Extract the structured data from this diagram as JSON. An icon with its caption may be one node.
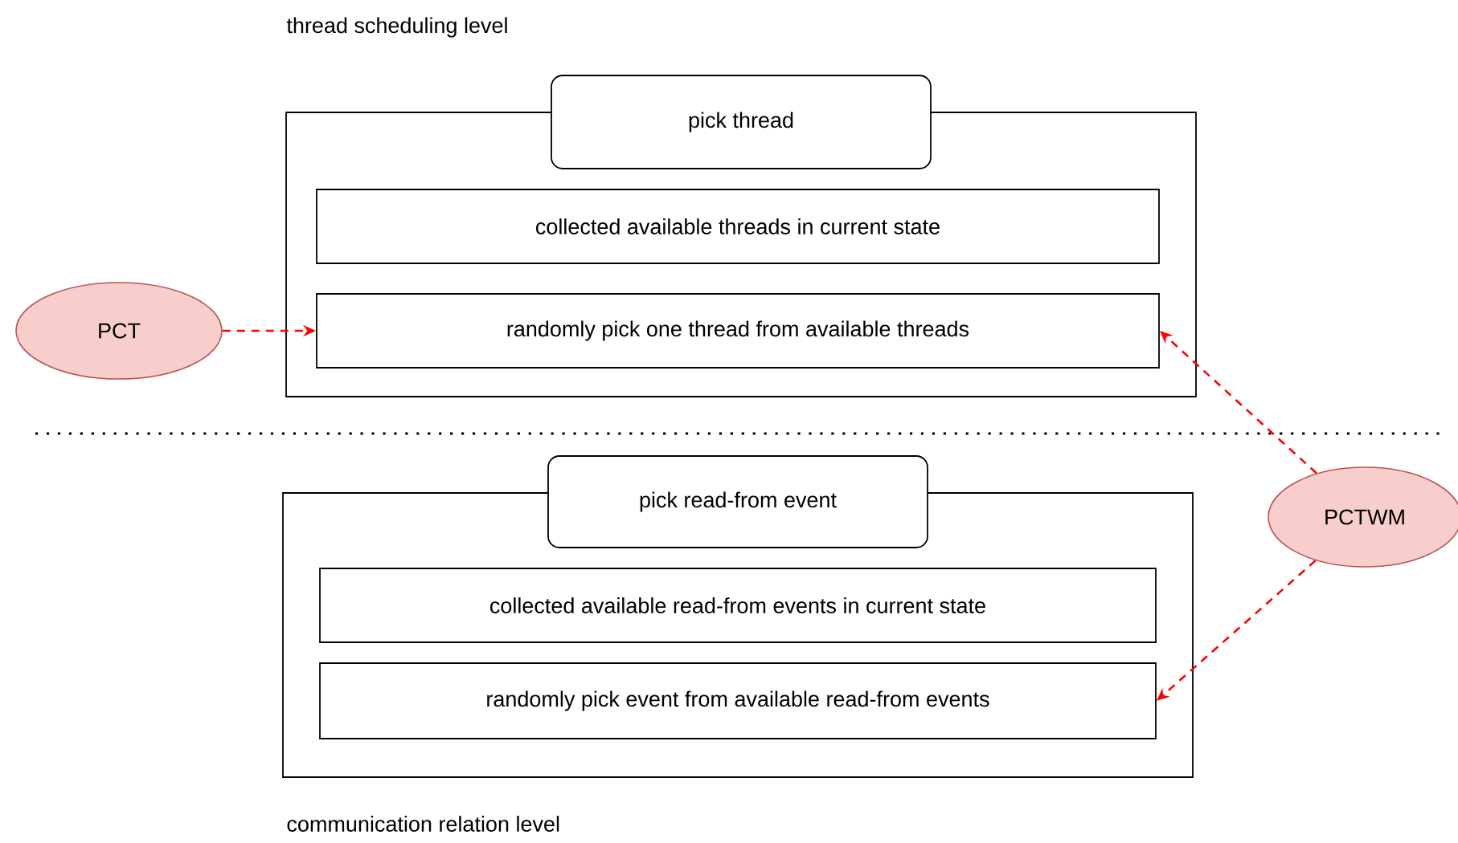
{
  "diagram": {
    "nodes": [
      {
        "text": [],
        "shape": "box"
      },
      {
        "text": [
          "pick thread"
        ]
      },
      {
        "text": [
          "collected available threads in current state"
        ],
        "in": 0
      },
      {
        "text": [
          "randomly pick one thread from available threads"
        ],
        "in": 0
      },
      {
        "text": [
          "PCT"
        ]
      },
      {
        "text": [],
        "shape": "box"
      },
      {
        "text": [
          "pick read-from event"
        ]
      },
      {
        "text": [
          "collected available read-from events in current state"
        ],
        "in": 5
      },
      {
        "text": [
          "randomly pick event from available read-from events"
        ],
        "in": 5
      },
      {
        "text": [
          "PCTWM"
        ]
      }
    ],
    "edges": [
      {
        "from": 4,
        "to": 3,
        "arrow": "to",
        "style": "dashed"
      },
      {
        "from": 9,
        "to": 3,
        "arrow": "to",
        "style": "dashed"
      },
      {
        "from": 9,
        "to": 8,
        "arrow": "to",
        "style": "dashed"
      }
    ],
    "labels": [
      "thread scheduling level",
      "communication relation level"
    ]
  }
}
